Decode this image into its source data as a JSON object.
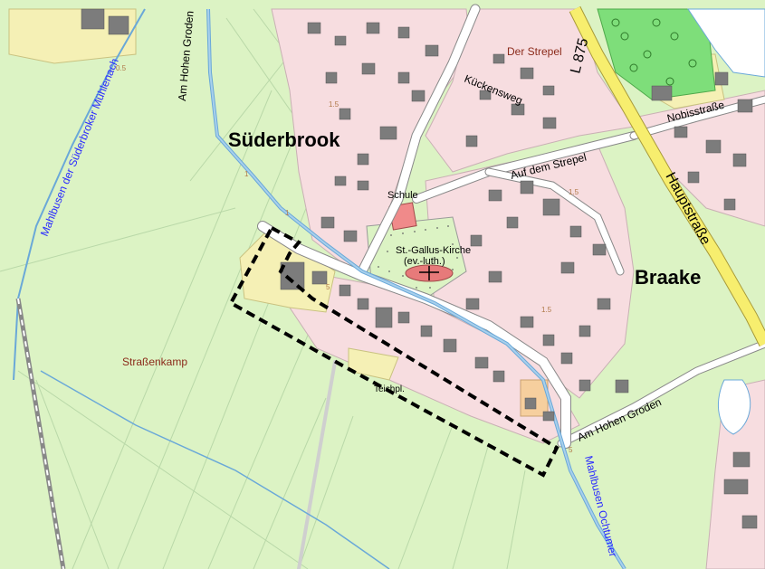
{
  "map": {
    "places": {
      "suederbrook": "Süderbrook",
      "braake": "Braake",
      "der_strepel": "Der Strepel",
      "strassenkamp": "Straßenkamp"
    },
    "streets": {
      "am_hohen_groden_north": "Am Hohen Groden",
      "kueckensweg": "Kückensweg",
      "auf_dem_strepel": "Auf dem Strepel",
      "nobisstrasse": "Nobisstraße",
      "hauptstrasse": "Hauptstraße",
      "l875": "L 875",
      "am_hohen_groden_south": "Am Hohen Groden"
    },
    "waterways": {
      "mahlbusen_west": "Mahlbusen der Süderbroker Mühlenach",
      "mahlbusen_south": "Mahlbusen Ochtumer"
    },
    "buildings": {
      "schule": "Schule",
      "kirche_line1": "St.-Gallus-Kirche",
      "kirche_line2": "(ev.-luth.)",
      "teichpl": "Teichpl."
    },
    "contours": [
      "0.5",
      "1.5",
      "1.5",
      "1",
      "1.5",
      "1",
      "5",
      "5"
    ],
    "colors": {
      "grassland": "#dcf3c4",
      "residential": "#f7dde0",
      "commercial": "#f5f0b5",
      "water": "#ffffff",
      "road": "#ffffff",
      "main_road": "#f7ee6e",
      "stream": "#a8d0ec",
      "plan_boundary": "#000000",
      "school": "#f08a8a",
      "church": "#e77a7a"
    }
  }
}
